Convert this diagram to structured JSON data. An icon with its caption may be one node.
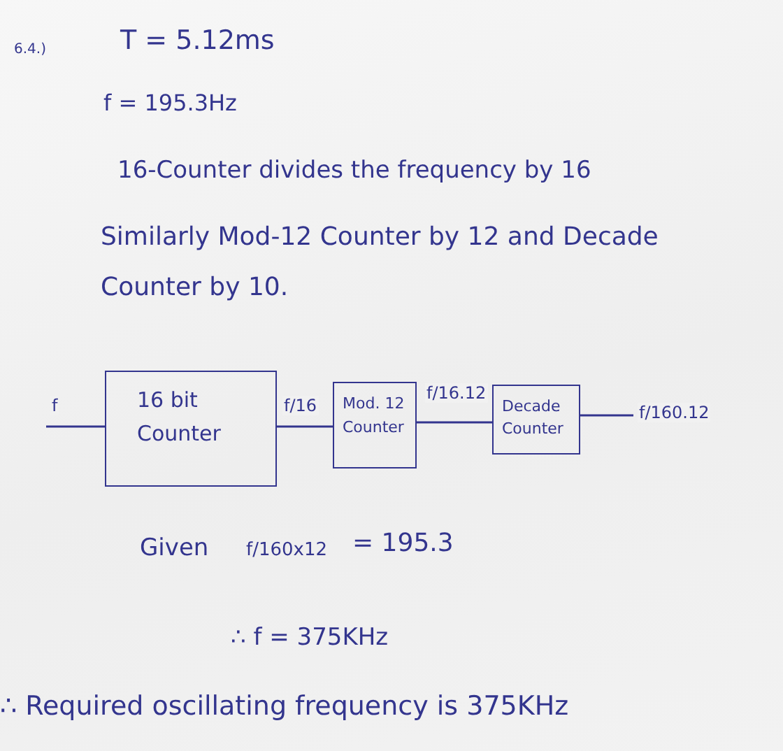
{
  "diagram": {
    "nodes": [
      {
        "text": [
          "16 bit Counter"
        ]
      },
      {
        "text": [
          "Mod. 12 Counter"
        ]
      },
      {
        "text": [
          "Decade Counter"
        ]
      }
    ],
    "edges": [
      {
        "from": null,
        "to": 0,
        "arrow": "none",
        "label": "f"
      },
      {
        "from": 0,
        "to": 1,
        "arrow": "none",
        "label": "f/16"
      },
      {
        "from": 1,
        "to": 2,
        "arrow": "none",
        "label": "f/16.12"
      },
      {
        "from": 2,
        "to": null,
        "arrow": "none",
        "label": "f/160.12"
      }
    ],
    "labels": [
      "6.4.)",
      "T = 5.12ms",
      "f = 195.3Hz",
      "16-Counter divides the frequency by 16",
      "Similarly Mod-12 Counter by 12 and Decade Counter by 10.",
      "Given",
      "f/160x12",
      "= 195.3",
      "∴ f = 375KHz",
      "∴ Required oscillating frequency is 375KHz"
    ]
  }
}
